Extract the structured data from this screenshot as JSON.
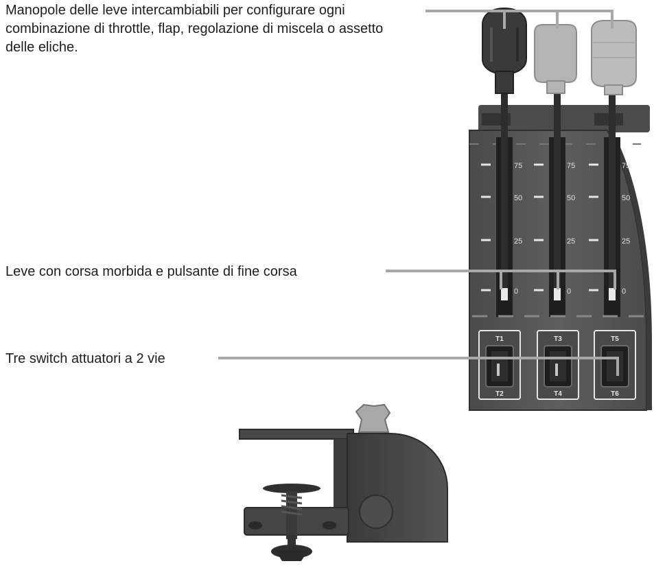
{
  "callouts": {
    "knobs": "Manopole delle leve intercambiabili per configurare ogni combinazione di throttle, flap, regolazione di miscela o assetto delle eliche.",
    "levers": "Leve con corsa morbida e pulsante di fine corsa",
    "switches": "Tre switch attuatori a 2 vie"
  },
  "scale_marks": [
    "75",
    "50",
    "25",
    "0"
  ],
  "switches": [
    {
      "top": "T1",
      "bottom": "T2"
    },
    {
      "top": "T3",
      "bottom": "T4"
    },
    {
      "top": "T5",
      "bottom": "T6"
    }
  ],
  "colors": {
    "body": "#5a5a5a",
    "body_dark": "#3c3c3c",
    "knob_dark": "#3a3a3a",
    "knob_light": "#b4b4b4",
    "leader_line": "#a8a8a8",
    "marking": "#e6e6e6"
  }
}
